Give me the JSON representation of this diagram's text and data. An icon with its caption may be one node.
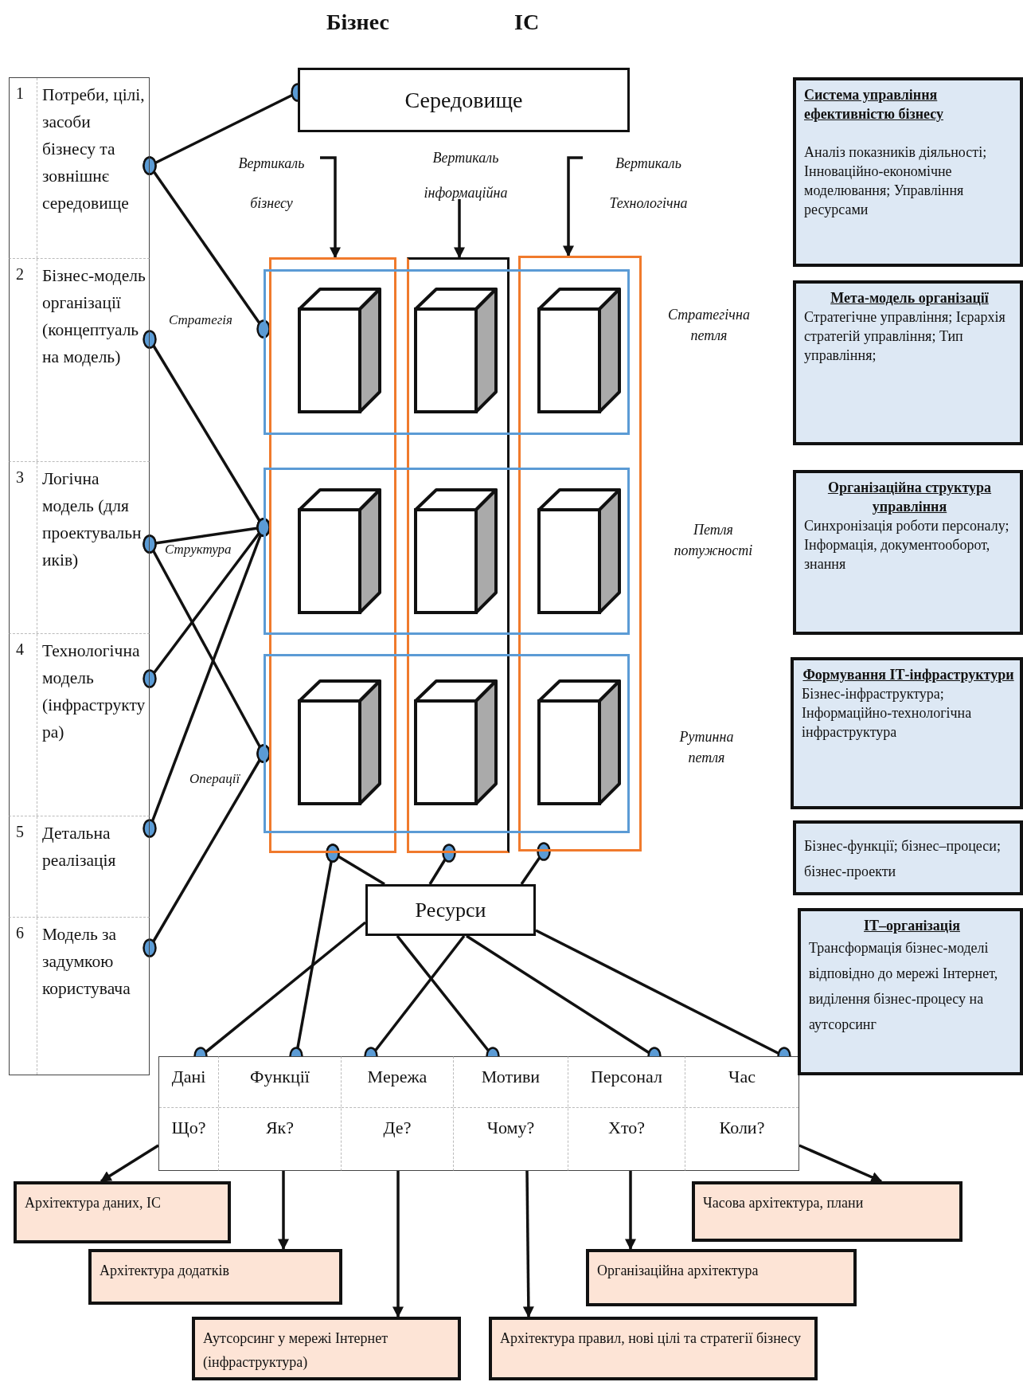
{
  "diagram": {
    "nodes": [
      {
        "text": [
          "Середовище"
        ]
      },
      {
        "text": [
          "1",
          "Потреби, цілі, засоби бізнесу та зовнішнє середовище"
        ]
      },
      {
        "text": [
          "2",
          "Бізнес-модель організації (концептуальна модель)"
        ]
      },
      {
        "text": [
          "3",
          "Логічна модель (для проектувальників)"
        ]
      },
      {
        "text": [
          "4",
          "Технологічна модель (інфраструктура)"
        ]
      },
      {
        "text": [
          "5",
          "Детальна реалізація"
        ]
      },
      {
        "text": [
          "6",
          "Модель за задумкою користувача"
        ]
      },
      {
        "text": [
          "Вертикаль бізнесу"
        ]
      },
      {
        "text": [
          "Вертикаль інформаційна"
        ]
      },
      {
        "text": [
          "Вертикаль Технологічна"
        ]
      },
      {
        "text": [],
        "shape": "box"
      },
      {
        "text": [],
        "shape": "box"
      },
      {
        "text": [],
        "shape": "box"
      },
      {
        "text": [],
        "shape": "box"
      },
      {
        "text": [],
        "shape": "box"
      },
      {
        "text": [],
        "shape": "box"
      },
      {
        "text": [],
        "shape": "cube"
      },
      {
        "text": [],
        "shape": "cube"
      },
      {
        "text": [],
        "shape": "cube"
      },
      {
        "text": [],
        "shape": "cube"
      },
      {
        "text": [],
        "shape": "cube"
      },
      {
        "text": [],
        "shape": "cube"
      },
      {
        "text": [],
        "shape": "cube"
      },
      {
        "text": [],
        "shape": "cube"
      },
      {
        "text": [],
        "shape": "cube"
      },
      {
        "text": [
          "Ресурси"
        ]
      },
      {
        "text": [
          "Дані",
          "Що?"
        ]
      },
      {
        "text": [
          "Функції",
          "Як?"
        ]
      },
      {
        "text": [
          "Мережа",
          "Де?"
        ]
      },
      {
        "text": [
          "Мотиви",
          "Чому?"
        ]
      },
      {
        "text": [
          "Персонал",
          "Хто?"
        ]
      },
      {
        "text": [
          "Час",
          "Коли?"
        ]
      },
      {
        "text": [
          "Система управління ефективністю бізнесу",
          "Аналіз показників діяльності; Інноваційно-економічне моделювання; Управління ресурсами"
        ]
      },
      {
        "text": [
          "Мета-модель організації",
          "Стратегічне управління; Ієрархія стратегій управління; Тип управління;"
        ]
      },
      {
        "text": [
          "Організаційна структура управління",
          "Синхронізація роботи персоналу; Інформація, документооборот, знання"
        ]
      },
      {
        "text": [
          "Формування ІТ-інфраструктури",
          "Бізнес-інфраструктура; Інформаційно-технологічна інфраструктура"
        ]
      },
      {
        "text": [
          "Бізнес-функції; бізнес–процеси; бізнес-проекти"
        ]
      },
      {
        "text": [
          "ІТ–організація",
          "Трансформація бізнес-моделі відповідно до мережі Інтернет, виділення бізнес-процесу на аутсорсинг"
        ]
      },
      {
        "text": [
          "Архітектура даних, ІС"
        ]
      },
      {
        "text": [
          "Часова архітектура, плани"
        ]
      },
      {
        "text": [
          "Архітектура додатків"
        ]
      },
      {
        "text": [
          "Організаційна архітектура"
        ]
      },
      {
        "text": [
          "Аутсорсинг у мережі Інтернет (інфраструктура)"
        ]
      },
      {
        "text": [
          "Архітектура правил, нові цілі та стратегії бізнесу"
        ]
      }
    ],
    "edges": [
      {
        "from": 1,
        "to": 0,
        "arrow": "other"
      },
      {
        "from": 1,
        "to": 13,
        "arrow": "other"
      },
      {
        "from": 2,
        "to": 14,
        "arrow": "other"
      },
      {
        "from": 3,
        "to": 14,
        "arrow": "other"
      },
      {
        "from": 3,
        "to": 15,
        "arrow": "other"
      },
      {
        "from": 4,
        "to": 14,
        "arrow": "other"
      },
      {
        "from": 5,
        "to": 14,
        "arrow": "other"
      },
      {
        "from": 6,
        "to": 15,
        "arrow": "other"
      },
      {
        "from": 7,
        "to": 10,
        "arrow": "to"
      },
      {
        "from": 8,
        "to": 11,
        "arrow": "to"
      },
      {
        "from": 9,
        "to": 12,
        "arrow": "to"
      },
      {
        "from": 10,
        "to": 25,
        "arrow": "other"
      },
      {
        "from": 11,
        "to": 25,
        "arrow": "other"
      },
      {
        "from": 12,
        "to": 25,
        "arrow": "other"
      },
      {
        "from": 10,
        "to": 27,
        "arrow": "other"
      },
      {
        "from": 25,
        "to": 26,
        "arrow": "other"
      },
      {
        "from": 25,
        "to": 28,
        "arrow": "other"
      },
      {
        "from": 25,
        "to": 29,
        "arrow": "other"
      },
      {
        "from": 25,
        "to": 30,
        "arrow": "other"
      },
      {
        "from": 25,
        "to": 31,
        "arrow": "other"
      },
      {
        "from": 26,
        "to": 38,
        "arrow": "to"
      },
      {
        "from": 27,
        "to": 40,
        "arrow": "to"
      },
      {
        "from": 28,
        "to": 42,
        "arrow": "to"
      },
      {
        "from": 29,
        "to": 43,
        "arrow": "to"
      },
      {
        "from": 30,
        "to": 41,
        "arrow": "to"
      },
      {
        "from": 31,
        "to": 39,
        "arrow": "to"
      }
    ],
    "labels": [
      "Бізнес",
      "ІС",
      "Стратегічна петля",
      "Стратегія",
      "Петля потужності",
      "Структура",
      "Рутинна петля",
      "Операції"
    ]
  }
}
